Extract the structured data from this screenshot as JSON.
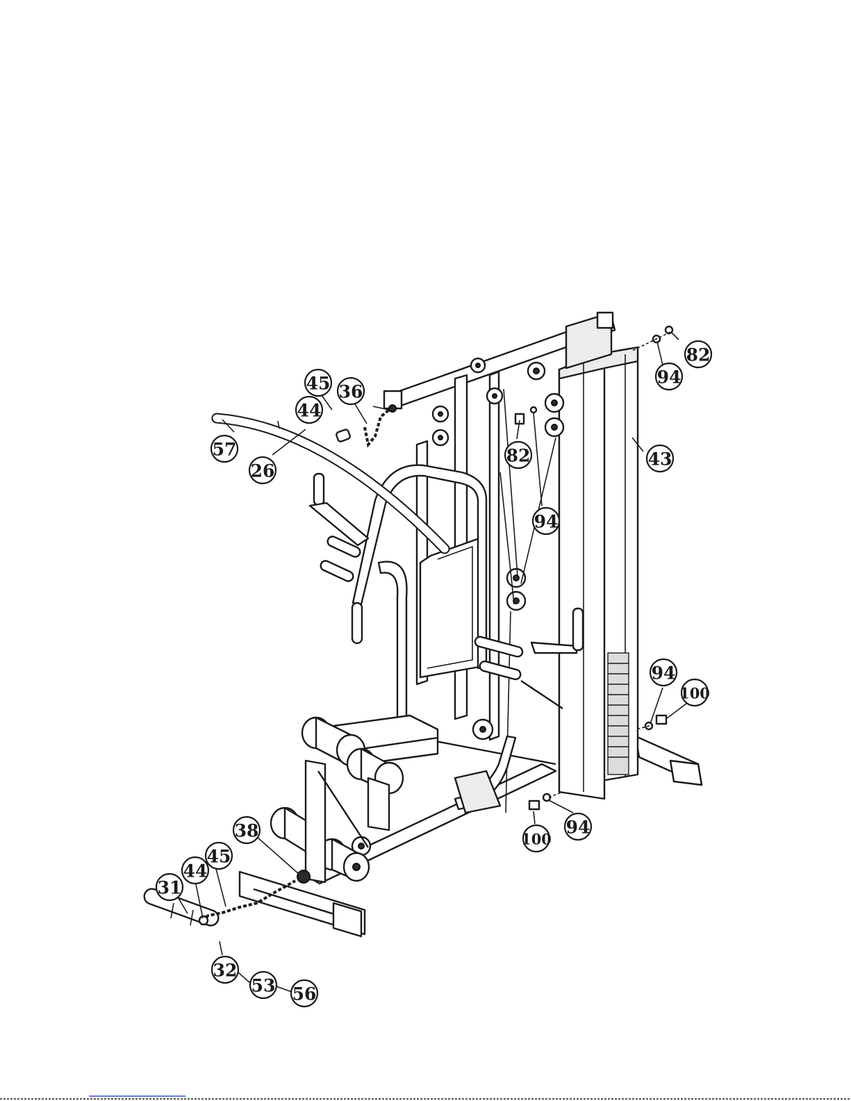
{
  "diagram": {
    "callouts": [
      {
        "id": "c82a",
        "label": "82"
      },
      {
        "id": "c94a",
        "label": "94"
      },
      {
        "id": "c45a",
        "label": "45"
      },
      {
        "id": "c36",
        "label": "36"
      },
      {
        "id": "c44a",
        "label": "44"
      },
      {
        "id": "c57",
        "label": "57"
      },
      {
        "id": "c26",
        "label": "26"
      },
      {
        "id": "c82b",
        "label": "82"
      },
      {
        "id": "c43",
        "label": "43"
      },
      {
        "id": "c94b",
        "label": "94"
      },
      {
        "id": "c94c",
        "label": "94"
      },
      {
        "id": "c100a",
        "label": "100"
      },
      {
        "id": "c100b",
        "label": "100"
      },
      {
        "id": "c94d",
        "label": "94"
      },
      {
        "id": "c38",
        "label": "38"
      },
      {
        "id": "c45b",
        "label": "45"
      },
      {
        "id": "c44b",
        "label": "44"
      },
      {
        "id": "c31",
        "label": "31"
      },
      {
        "id": "c32",
        "label": "32"
      },
      {
        "id": "c53",
        "label": "53"
      },
      {
        "id": "c56",
        "label": "56"
      }
    ]
  }
}
